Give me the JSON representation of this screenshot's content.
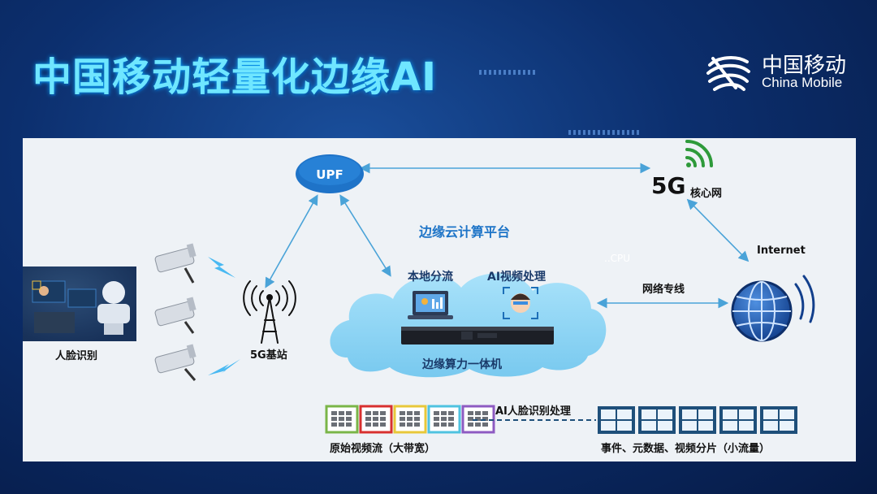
{
  "header": {
    "title": "中国移动轻量化边缘AI",
    "logo_cn": "中国移动",
    "logo_en": "China Mobile"
  },
  "diagram": {
    "nodes": {
      "upf": "UPF",
      "core_5g": "5G",
      "core_label": "核心网",
      "platform": "边缘云计算平台",
      "internet": "Internet",
      "local_offload": "本地分流",
      "ai_video": "AI视频处理",
      "edge_box": "边缘算力一体机",
      "dedicated_line": "网络专线",
      "base_station": "5G基站",
      "face_recognition": "人脸识别",
      "cloud_ghost_text": "..CPU"
    },
    "pipeline": {
      "input_label": "原始视频流（大带宽）",
      "process_label": "AI人脸识别处理",
      "output_label": "事件、元数据、视频分片（小流量）",
      "input_frame_colors": [
        "#7ab548",
        "#d8302f",
        "#e8c83a",
        "#4fc3e0",
        "#8e5bc2"
      ],
      "output_frame_count": 5
    }
  },
  "colors": {
    "title": "#6fe6ff",
    "arrow": "#4aa3d8",
    "label_blue": "#1d74c7",
    "cloud": "#8fd6f6",
    "panel": "#eef2f6",
    "frame_dark": "#1e4f7a"
  }
}
